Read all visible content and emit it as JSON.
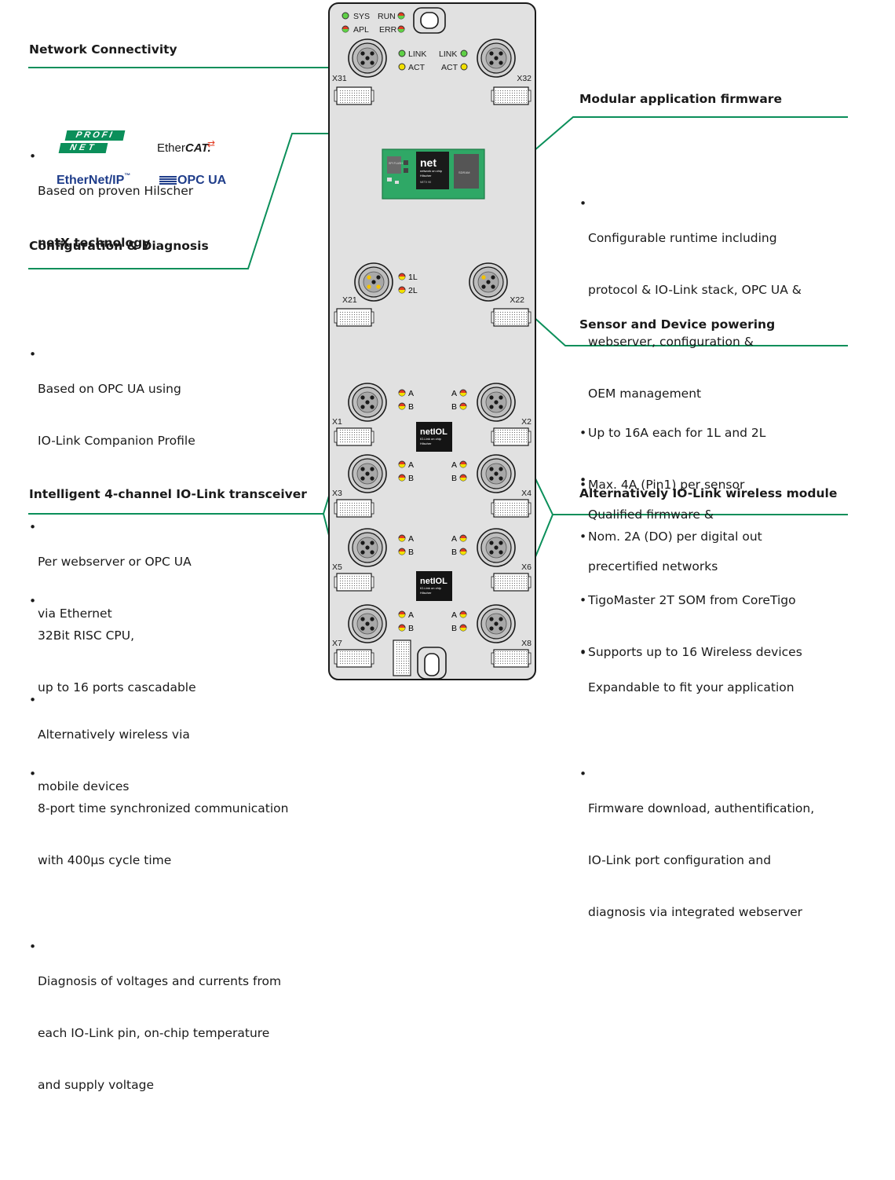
{
  "sections": {
    "network": {
      "title": "Network Connectivity",
      "bullets": [
        [
          "Based on proven Hilscher",
          "netX technology"
        ]
      ]
    },
    "config": {
      "title": "Configuration & Diagnosis",
      "bullets": [
        [
          "Based on OPC UA using",
          "IO-Link Companion Profile"
        ],
        [
          "Per webserver or OPC UA",
          "via Ethernet"
        ],
        [
          "Alternatively wireless via",
          "mobile devices"
        ]
      ]
    },
    "transceiver": {
      "title": "Intelligent 4-channel IO-Link transceiver",
      "bullets": [
        [
          "32Bit RISC CPU,",
          "up to 16 ports cascadable"
        ],
        [
          "8-port time synchronized communication",
          "with 400µs cycle time"
        ],
        [
          "Diagnosis of voltages and currents from",
          "each IO-Link pin, on-chip temperature",
          "and supply voltage"
        ]
      ]
    },
    "firmware": {
      "title": "Modular application firmware",
      "bullets": [
        [
          "Configurable runtime including",
          "protocol & IO-Link stack, OPC UA &",
          "webserver, configuration &",
          "OEM management"
        ],
        [
          "Qualified firmware &",
          "precertified networks"
        ],
        [
          "Expandable to fit your application"
        ],
        [
          "Firmware download, authentification,",
          "IO-Link port configuration and",
          "diagnosis via integrated webserver"
        ]
      ]
    },
    "powering": {
      "title": "Sensor and Device powering",
      "bullets": [
        [
          "Up to 16A each for 1L and 2L"
        ],
        [
          "Max. 4A (Pin1) per sensor"
        ],
        [
          "Nom. 2A (DO) per digital out"
        ]
      ]
    },
    "wireless": {
      "title": "Alternatively IO-Link wireless module",
      "bullets": [
        [
          "TigoMaster 2T SOM from CoreTigo"
        ],
        [
          "Supports up to 16 Wireless devices"
        ]
      ]
    }
  },
  "logos": {
    "profinet_1": "PROFI",
    "profinet_2": "NET",
    "ethercat_1": "Ether",
    "ethercat_2": "CAT.",
    "ethernetip_1": "EtherNet",
    "ethernetip_2": "/IP",
    "ethernetip_tm": "™",
    "opcua": "OPC UA"
  },
  "device": {
    "leds_top": {
      "sys": "SYS",
      "apl": "APL",
      "run": "RUN",
      "err": "ERR"
    },
    "link_left": "LINK",
    "act_left": "ACT",
    "link_right": "LINK",
    "act_right": "ACT",
    "ports": {
      "x31": "X31",
      "x32": "X32",
      "x21": "X21",
      "x22": "X22",
      "x1": "X1",
      "x2": "X2",
      "x3": "X3",
      "x4": "X4",
      "x5": "X5",
      "x6": "X6",
      "x7": "X7",
      "x8": "X8"
    },
    "power_labels": {
      "l1": "1L",
      "l2": "2L"
    },
    "ch_a": "A",
    "ch_b": "B",
    "netx_chip": {
      "brand": "net",
      "line1": "network on chip",
      "line2": "Hilscher",
      "line3": "NETX 90",
      "chip_small": "SPI FLASH",
      "chip_right": "SDRAM"
    },
    "iol_chip": {
      "brand": "netIOL",
      "line1": "IO-Link on chip",
      "line2": "Hilscher"
    }
  },
  "colors": {
    "accent_green": "#0b8f5a",
    "housing": "#e1e1e1",
    "pcb": "#2fa866",
    "led_green": "#5fd046",
    "led_yellow": "#f2e000",
    "led_red": "#e23b22"
  }
}
